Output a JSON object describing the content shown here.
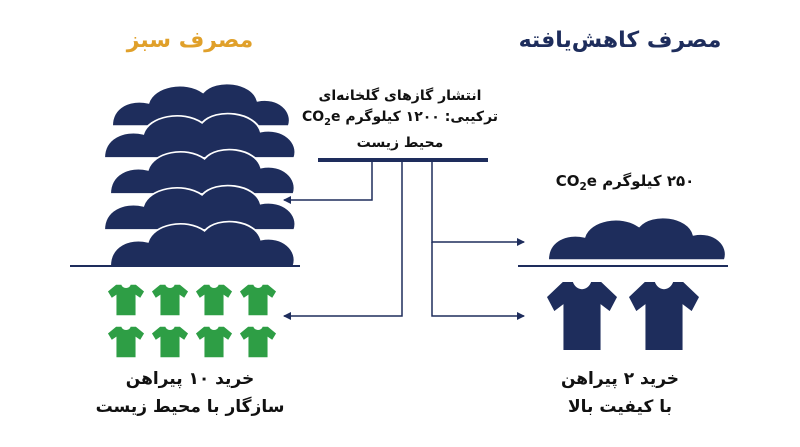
{
  "colors": {
    "green_title": "#e0a02a",
    "navy": "#1e2d5c",
    "shirt_green": "#2e9e45",
    "line": "#1e2d5c"
  },
  "left": {
    "title": "مصرف سبز",
    "caption_line1": "خرید ۱۰ پیراهن",
    "caption_line2": "سازگار با محیط زیست",
    "shirt_count": 8,
    "shirt_icon": "tshirt-icon",
    "cloud_icon": "cloud-icon"
  },
  "right": {
    "title": "مصرف کاهش‌یافته",
    "co2_value": "۲۵۰ کیلوگرم",
    "co2_unit_prefix": "CO",
    "co2_unit_sub": "2",
    "co2_unit_suffix": "e",
    "caption_line1": "خرید ۲ پیراهن",
    "caption_line2": "با کیفیت بالا",
    "shirt_count": 2,
    "shirt_icon": "tshirt-icon",
    "cloud_icon": "cloud-icon"
  },
  "center": {
    "line1": "انتشار گازهای گلخانه‌ای",
    "line2_prefix": "ترکیبی: ۱۲۰۰ کیلوگرم",
    "line2_unit_prefix": "CO",
    "line2_unit_sub": "2",
    "line2_unit_suffix": "e",
    "line3": "محیط زیست"
  }
}
